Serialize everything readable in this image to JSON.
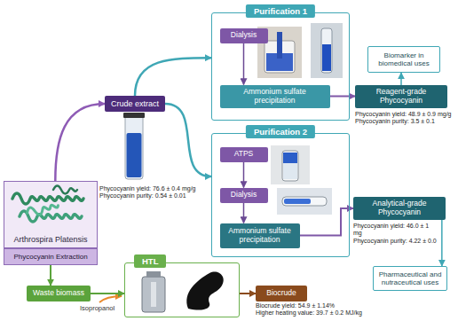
{
  "diagram": {
    "nodes": [
      {
        "text": [
          "Arthrospira Platensis"
        ]
      },
      {
        "text": [
          "Phycocyanin Extraction"
        ]
      },
      {
        "text": [
          "Crude extract"
        ]
      },
      {
        "text": [
          "Purification 1"
        ]
      },
      {
        "text": [
          "Dialysis"
        ],
        "in": 3
      },
      {
        "text": [
          "Ammonium sulfate precipitation"
        ],
        "in": 3
      },
      {
        "text": [
          "Biomarker in biomedical uses"
        ]
      },
      {
        "text": [
          "Reagent-grade Phycocyanin"
        ]
      },
      {
        "text": [
          "Purification 2"
        ]
      },
      {
        "text": [
          "ATPS"
        ],
        "in": 8
      },
      {
        "text": [
          "Dialysis"
        ],
        "in": 8
      },
      {
        "text": [
          "Ammonium sulfate precipitation"
        ],
        "in": 8
      },
      {
        "text": [
          "Analytical-grade Phycocyanin"
        ]
      },
      {
        "text": [
          "Pharmaceutical and nutraceutical uses"
        ]
      },
      {
        "text": [
          "Waste biomass"
        ]
      },
      {
        "text": [
          "HTL"
        ]
      },
      {
        "text": [
          "Biocrude"
        ]
      }
    ],
    "edges": [
      {
        "from": 0,
        "to": 2,
        "arrow": "to"
      },
      {
        "from": 2,
        "to": 3,
        "arrow": "to"
      },
      {
        "from": 2,
        "to": 8,
        "arrow": "to"
      },
      {
        "from": 4,
        "to": 5,
        "arrow": "to"
      },
      {
        "from": 5,
        "to": 7,
        "arrow": "to"
      },
      {
        "from": 7,
        "to": 6,
        "arrow": "to"
      },
      {
        "from": 9,
        "to": 10,
        "arrow": "to"
      },
      {
        "from": 10,
        "to": 11,
        "arrow": "to"
      },
      {
        "from": 11,
        "to": 12,
        "arrow": "to"
      },
      {
        "from": 12,
        "to": 13,
        "arrow": "to"
      },
      {
        "from": 1,
        "to": 14,
        "arrow": "to"
      },
      {
        "from": 14,
        "to": 15,
        "arrow": "to"
      },
      {
        "from": 15,
        "to": 16,
        "arrow": "to"
      }
    ],
    "labels": [
      "Phycocyanin yield: 76.6 ± 0.4 mg/g",
      "Phycocyanin purity: 0.54 ± 0.01",
      "Phycocyanin yield: 48.9 ± 0.9 mg/g",
      "Phycocyanin purity: 3.5 ± 0.1",
      "Phycocyanin yield: 46.0 ± 1 mg",
      "Phycocyanin purity: 4.22 ± 0.0",
      "Isopropanol",
      "Biocrude yield: 54.9 ± 1.14%",
      "Higher heating value: 39.7 ± 0.2 MJ/kg"
    ]
  }
}
